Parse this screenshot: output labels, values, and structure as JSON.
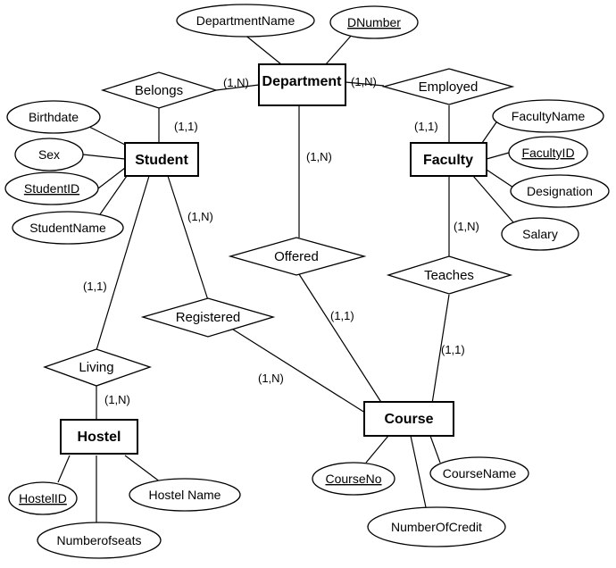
{
  "entities": {
    "department": "Department",
    "student": "Student",
    "faculty": "Faculty",
    "course": "Course",
    "hostel": "Hostel"
  },
  "relationships": {
    "belongs": "Belongs",
    "employed": "Employed",
    "offered": "Offered",
    "teaches": "Teaches",
    "registered": "Registered",
    "living": "Living"
  },
  "attributes": {
    "department_name": "DepartmentName",
    "dnumber": "DNumber",
    "birthdate": "Birthdate",
    "sex": "Sex",
    "student_id": "StudentID",
    "student_name": "StudentName",
    "faculty_name": "FacultyName",
    "faculty_id": "FacultyID",
    "designation": "Designation",
    "salary": "Salary",
    "course_no": "CourseNo",
    "course_name": "CourseName",
    "number_of_credit": "NumberOfCredit",
    "hostel_id": "HostelID",
    "hostel_name": "Hostel Name",
    "number_of_seats": "Numberofseats"
  },
  "cardinalities": {
    "belongs_department": "(1,N)",
    "belongs_student": "(1,1)",
    "employed_department": "(1,N)",
    "employed_faculty": "(1,1)",
    "offered_department": "(1,N)",
    "offered_course": "(1,1)",
    "teaches_faculty": "(1,N)",
    "teaches_course": "(1,1)",
    "registered_student": "(1,N)",
    "registered_course": "(1,N)",
    "living_student": "(1,1)",
    "living_hostel": "(1,N)"
  }
}
